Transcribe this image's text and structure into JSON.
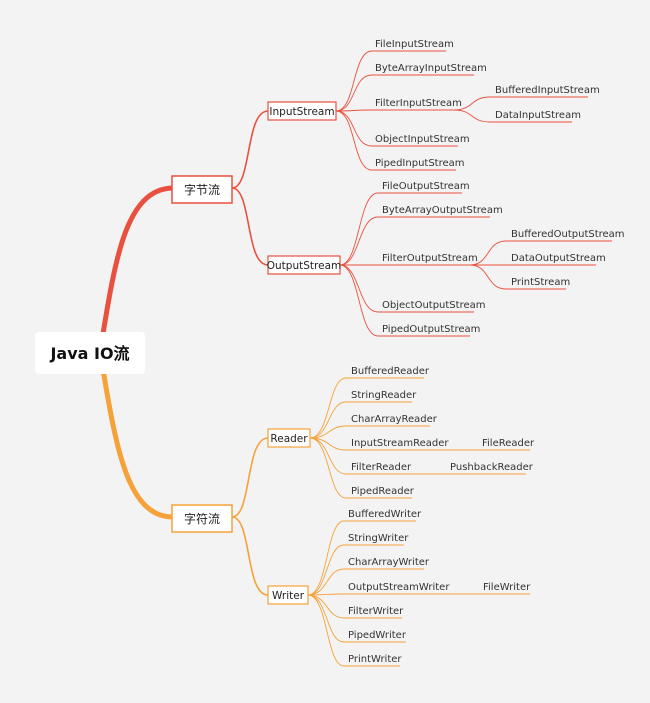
{
  "root": {
    "label": "Java IO流"
  },
  "colors": {
    "byte": "#e8513f",
    "char": "#f5a23a",
    "rootBg": "#ffffff",
    "background": "#f3f3f3"
  },
  "byte_stream": {
    "label": "字节流",
    "input": {
      "label": "InputStream",
      "children": [
        "FileInputStream",
        "ByteArrayInputStream",
        "FilterInputStream",
        "ObjectInputStream",
        "PipedInputStream"
      ],
      "filter_children": [
        "BufferedInputStream",
        "DataInputStream"
      ]
    },
    "output": {
      "label": "OutputStream",
      "children": [
        "FileOutputStream",
        "ByteArrayOutputStream",
        "FilterOutputStream",
        "ObjectOutputStream",
        "PipedOutputStream"
      ],
      "filter_children": [
        "BufferedOutputStream",
        "DataOutputStream",
        "PrintStream"
      ]
    }
  },
  "char_stream": {
    "label": "字符流",
    "reader": {
      "label": "Reader",
      "children": [
        "BufferedReader",
        "StringReader",
        "CharArrayReader",
        "InputStreamReader",
        "FilterReader",
        "PipedReader"
      ],
      "input_stream_reader_child": "FileReader",
      "filter_reader_child": "PushbackReader"
    },
    "writer": {
      "label": "Writer",
      "children": [
        "BufferedWriter",
        "StringWriter",
        "CharArrayWriter",
        "OutputStreamWriter",
        "FilterWriter",
        "PipedWriter",
        "PrintWriter"
      ],
      "output_stream_writer_child": "FileWriter"
    }
  }
}
